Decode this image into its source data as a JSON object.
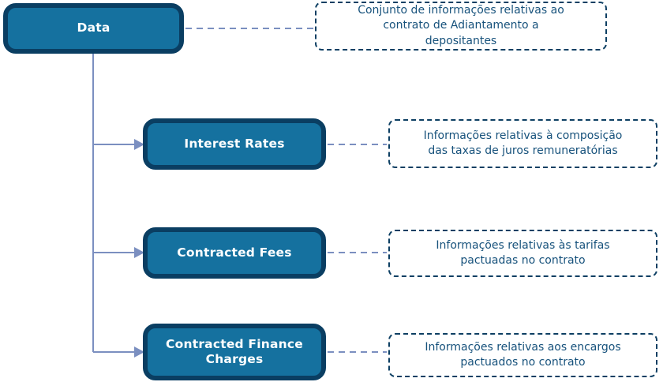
{
  "diagram": {
    "root": {
      "label": "Data",
      "note_lines": {
        "0": "Conjunto de informações relativas ao",
        "1": "contrato de Adiantamento a",
        "2": "depositantes"
      }
    },
    "children": [
      {
        "label": "Interest Rates",
        "note_lines": {
          "0": "Informações relativas à composição",
          "1": "das taxas de juros remuneratórias"
        }
      },
      {
        "label": "Contracted Fees",
        "note_lines": {
          "0": "Informações relativas às tarifas",
          "1": "pactuadas no contrato"
        }
      },
      {
        "label": "Contracted Finance Charges",
        "note_lines": {
          "0": "Informações relativas aos encargos",
          "1": "pactuados no contrato"
        }
      }
    ],
    "icons": {
      "arrow": "right-arrow-icon"
    },
    "colors": {
      "node_fill": "#15719f",
      "node_border": "#0a3e62",
      "node_text": "#ffffff",
      "note_border": "#0d3f63",
      "note_text": "#17527c",
      "connector": "#7b8fc0"
    }
  }
}
